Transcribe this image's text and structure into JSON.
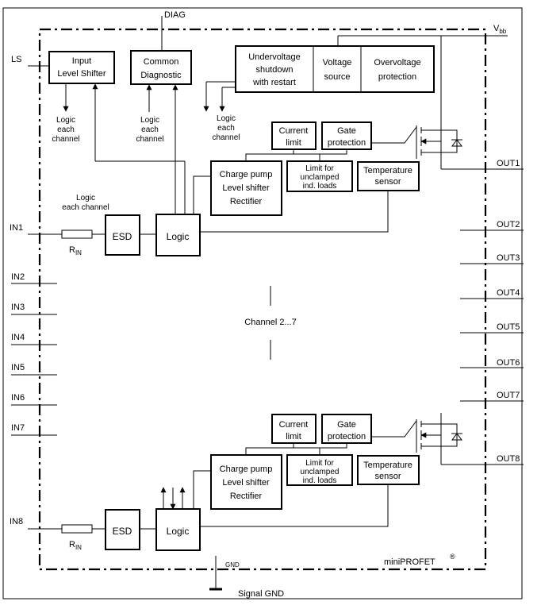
{
  "pins": {
    "diag": "DIAG",
    "vbb_main": "V",
    "vbb_sub": "bb",
    "ls": "LS",
    "inputs": [
      "IN1",
      "IN2",
      "IN3",
      "IN4",
      "IN5",
      "IN6",
      "IN7",
      "IN8"
    ],
    "outputs": [
      "OUT1",
      "OUT2",
      "OUT3",
      "OUT4",
      "OUT5",
      "OUT6",
      "OUT7",
      "OUT8"
    ],
    "gnd_pin": "GND",
    "signal_gnd": "Signal GND"
  },
  "blocks": {
    "input_level_shifter": [
      "Input",
      "Level Shifter"
    ],
    "common_diagnostic": [
      "Common",
      "Diagnostic"
    ],
    "undervoltage": [
      "Undervoltage",
      "shutdown",
      "with restart"
    ],
    "voltage_source": [
      "Voltage",
      "source"
    ],
    "overvoltage": [
      "Overvoltage",
      "protection"
    ],
    "current_limit": [
      "Current",
      "limit"
    ],
    "gate_protection": [
      "Gate",
      "protection"
    ],
    "charge_pump": [
      "Charge pump",
      "Level shifter",
      "Rectifier"
    ],
    "limit_unclamped": [
      "Limit for",
      "unclamped",
      "ind. loads"
    ],
    "temperature_sensor": [
      "Temperature",
      "sensor"
    ],
    "esd": "ESD",
    "logic": "Logic"
  },
  "labels": {
    "logic_each_channel": [
      "Logic",
      "each",
      "channel"
    ],
    "logic_each_channel_inline": [
      "Logic",
      "each channel"
    ],
    "rin_main": "R",
    "rin_sub": "IN",
    "channel_range": "Channel 2...7",
    "brand": "miniPROFET",
    "registered": "®"
  }
}
